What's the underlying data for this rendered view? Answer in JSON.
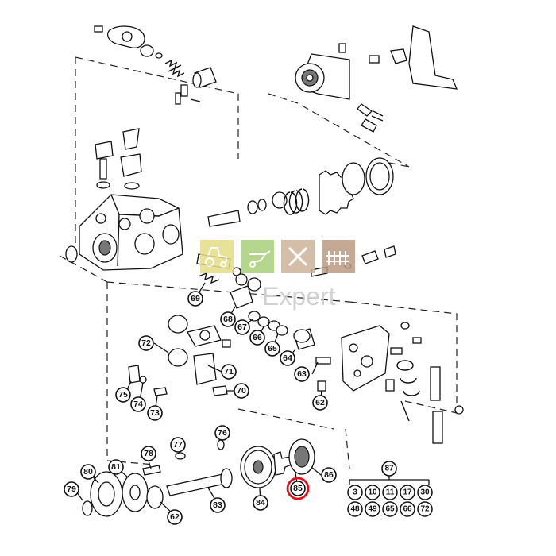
{
  "diagram": {
    "callouts": [
      {
        "id": "69",
        "label": "69"
      },
      {
        "id": "68",
        "label": "68"
      },
      {
        "id": "67",
        "label": "67"
      },
      {
        "id": "66",
        "label": "66"
      },
      {
        "id": "65",
        "label": "65"
      },
      {
        "id": "64",
        "label": "64"
      },
      {
        "id": "63",
        "label": "63"
      },
      {
        "id": "62a",
        "label": "62"
      },
      {
        "id": "72",
        "label": "72"
      },
      {
        "id": "71",
        "label": "71"
      },
      {
        "id": "70",
        "label": "70"
      },
      {
        "id": "75",
        "label": "75"
      },
      {
        "id": "74",
        "label": "74"
      },
      {
        "id": "73",
        "label": "73"
      },
      {
        "id": "77",
        "label": "77"
      },
      {
        "id": "76",
        "label": "76"
      },
      {
        "id": "78",
        "label": "78"
      },
      {
        "id": "80",
        "label": "80"
      },
      {
        "id": "81",
        "label": "81"
      },
      {
        "id": "79",
        "label": "79"
      },
      {
        "id": "62b",
        "label": "62"
      },
      {
        "id": "83",
        "label": "83"
      },
      {
        "id": "84",
        "label": "84"
      },
      {
        "id": "85",
        "label": "85"
      },
      {
        "id": "86",
        "label": "86"
      }
    ],
    "highlighted_callout": "85",
    "highlight_color": "#e0101a",
    "kit": {
      "label": "87",
      "row1": [
        "3",
        "10",
        "11",
        "17",
        "30"
      ],
      "row2": [
        "48",
        "49",
        "65",
        "66",
        "72"
      ]
    }
  },
  "watermark": {
    "text": "Expert",
    "tiles": [
      {
        "icon": "tractor-icon",
        "color": "#e5dd86"
      },
      {
        "icon": "wheelbarrow-icon",
        "color": "#a9cf7a"
      },
      {
        "icon": "tools-icon",
        "color": "#cdb39a"
      },
      {
        "icon": "fence-icon",
        "color": "#bb9b83"
      }
    ]
  }
}
